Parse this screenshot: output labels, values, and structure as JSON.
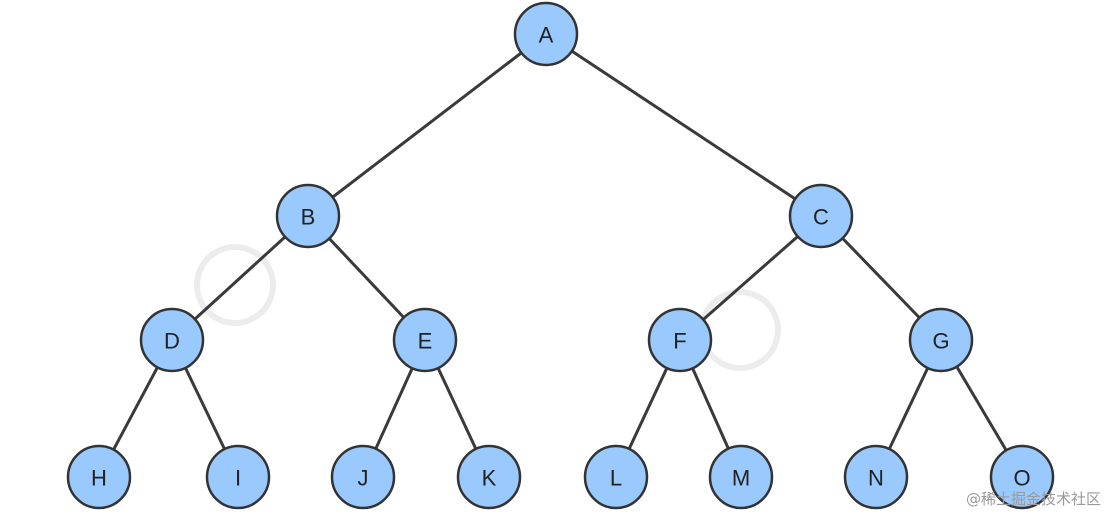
{
  "tree": {
    "nodes": [
      {
        "id": "A",
        "label": "A"
      },
      {
        "id": "B",
        "label": "B"
      },
      {
        "id": "C",
        "label": "C"
      },
      {
        "id": "D",
        "label": "D"
      },
      {
        "id": "E",
        "label": "E"
      },
      {
        "id": "F",
        "label": "F"
      },
      {
        "id": "G",
        "label": "G"
      },
      {
        "id": "H",
        "label": "H"
      },
      {
        "id": "I",
        "label": "I"
      },
      {
        "id": "J",
        "label": "J"
      },
      {
        "id": "K",
        "label": "K"
      },
      {
        "id": "L",
        "label": "L"
      },
      {
        "id": "M",
        "label": "M"
      },
      {
        "id": "N",
        "label": "N"
      },
      {
        "id": "O",
        "label": "O"
      }
    ],
    "edges": [
      [
        "A",
        "B"
      ],
      [
        "A",
        "C"
      ],
      [
        "B",
        "D"
      ],
      [
        "B",
        "E"
      ],
      [
        "C",
        "F"
      ],
      [
        "C",
        "G"
      ],
      [
        "D",
        "H"
      ],
      [
        "D",
        "I"
      ],
      [
        "E",
        "J"
      ],
      [
        "E",
        "K"
      ],
      [
        "F",
        "L"
      ],
      [
        "F",
        "M"
      ],
      [
        "G",
        "N"
      ],
      [
        "G",
        "O"
      ]
    ]
  },
  "colors": {
    "node_fill": "#99c9fd",
    "node_stroke": "#333333",
    "edge": "#3a3a3a"
  },
  "credit": "@稀土掘金技术社区"
}
